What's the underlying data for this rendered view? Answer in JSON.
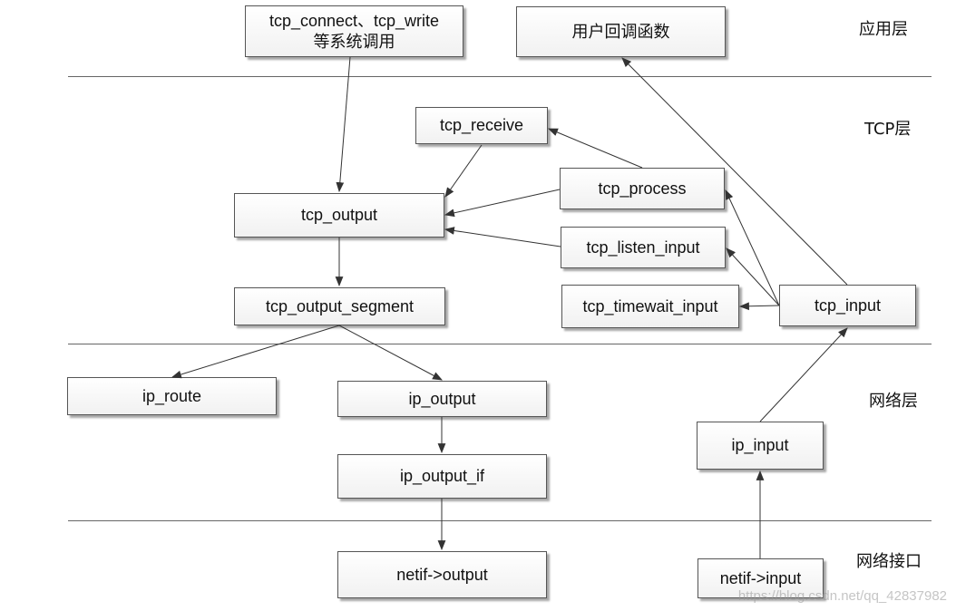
{
  "layers": {
    "app": "应用层",
    "tcp": "TCP层",
    "network": "网络层",
    "netif": "网络接口"
  },
  "nodes": {
    "tcp_connect": {
      "line1": "tcp_connect、tcp_write",
      "line2": "等系统调用"
    },
    "user_callback": "用户回调函数",
    "tcp_receive": "tcp_receive",
    "tcp_process": "tcp_process",
    "tcp_output": "tcp_output",
    "tcp_listen_input": "tcp_listen_input",
    "tcp_output_segment": "tcp_output_segment",
    "tcp_timewait_input": "tcp_timewait_input",
    "tcp_input": "tcp_input",
    "ip_route": "ip_route",
    "ip_output": "ip_output",
    "ip_output_if": "ip_output_if",
    "ip_input": "ip_input",
    "netif_output": "netif->output",
    "netif_input": "netif->input"
  },
  "watermark": "https://blog.csdn.net/qq_42837982",
  "colors": {
    "arrow": "#333333",
    "separator": "#666666"
  }
}
